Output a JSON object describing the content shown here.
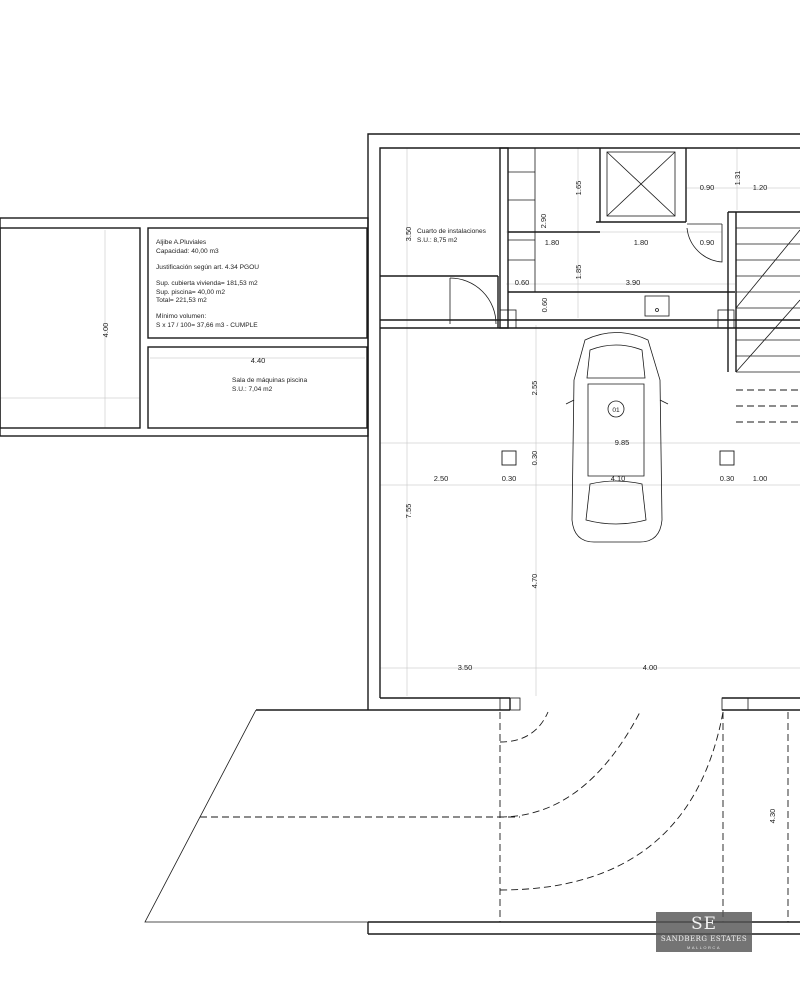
{
  "rooms": {
    "aljibe": {
      "name": "Aljibe A.Pluviales",
      "capacity": "Capacidad: 40,00 m3",
      "justification": "Justificación según art. 4.34 PGOU",
      "sup_vivienda": "Sup. cubierta vivienda= 181,53 m2",
      "sup_piscina": "Sup. piscina= 40,00 m2",
      "total": "Total= 221,53 m2",
      "min_vol_title": "Mínimo volumen:",
      "min_vol_calc": "S x 17 / 100= 37,66 m3 - CUMPLE"
    },
    "sala_maquinas": {
      "name": "Sala de máquinas piscina",
      "area": "S.U.: 7,04 m2"
    },
    "cuarto_instalaciones": {
      "name": "Cuarto de instalaciones",
      "area": "S.U.: 8,75 m2"
    },
    "garage": {
      "parking_number": "01"
    }
  },
  "dimensions": {
    "aljibe_height": "4.00",
    "sala_width": "4.40",
    "instal_height": "3.50",
    "shaft_h1": "1.65",
    "shaft_h2": "2.90",
    "shaft_w1": "1.80",
    "shaft_w2": "1.80",
    "door_w": "0.90",
    "top_w1": "0.90",
    "top_h": "1.31",
    "top_w2": "1.20",
    "corr_h": "1.85",
    "corr_w1": "0.60",
    "corr_w2": "3.90",
    "corr_h2": "0.60",
    "garage_h1": "2.55",
    "garage_w_total": "9.85",
    "col_gap": "0.30",
    "left_w": "2.50",
    "col_w_left": "0.30",
    "mid_w": "4.10",
    "col_w_right": "0.30",
    "right_w": "1.00",
    "left_h": "7.55",
    "garage_h2": "4.70",
    "bottom_w1": "3.50",
    "bottom_w2": "4.00",
    "ramp_h": "4.30"
  },
  "watermark": {
    "monogram": "SE",
    "brand": "SANDBERG ESTATES",
    "region": "MALLORCA"
  }
}
